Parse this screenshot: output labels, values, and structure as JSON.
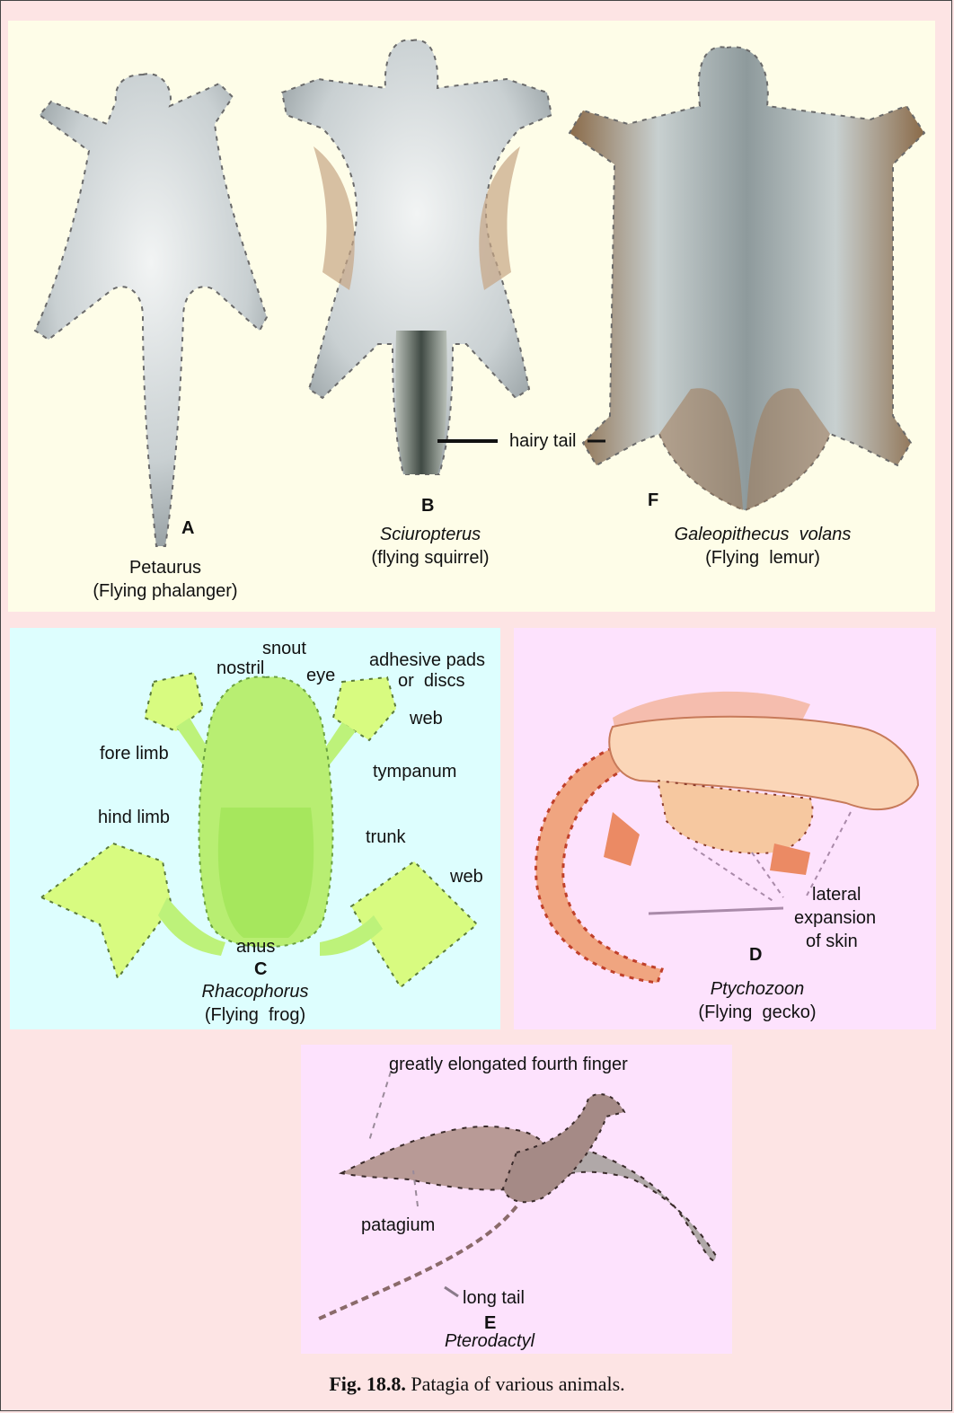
{
  "top": {
    "a": {
      "letter": "A",
      "name": "Petaurus",
      "common": "(Flying phalanger)"
    },
    "b": {
      "letter": "B",
      "name": "Sciuropterus",
      "common": "(flying squirrel)",
      "pointer": "hairy tail"
    },
    "f": {
      "letter": "F",
      "name": "Galeopithecus  volans",
      "common": "(Flying  lemur)"
    }
  },
  "frog": {
    "letter": "C",
    "name": "Rhacophorus",
    "common": "(Flying  frog)",
    "labels": {
      "snout": "snout",
      "nostril": "nostril",
      "eye": "eye",
      "pads": "adhesive pads",
      "discs": "or  discs",
      "web_top": "web",
      "fore_limb": "fore limb",
      "tympanum": "tympanum",
      "hind_limb": "hind limb",
      "trunk": "trunk",
      "web_bottom": "web",
      "anus": "anus"
    }
  },
  "gecko": {
    "letter": "D",
    "name": "Ptychozoon",
    "common": "(Flying  gecko)",
    "labels": {
      "l1": "lateral",
      "l2": "expansion",
      "l3": "of skin"
    }
  },
  "ptero": {
    "letter": "E",
    "name": "Pterodactyl",
    "labels": {
      "finger": "greatly elongated fourth finger",
      "patagium": "patagium",
      "tail": "long tail"
    }
  },
  "caption": {
    "fig": "Fig. 18.8.",
    "text": " Patagia of various animals."
  },
  "colors": {
    "bg": "#fde4e4",
    "top_panel": "#fefde8",
    "frog_panel": "#ddfefe",
    "pink_panel": "#fde2fd"
  }
}
